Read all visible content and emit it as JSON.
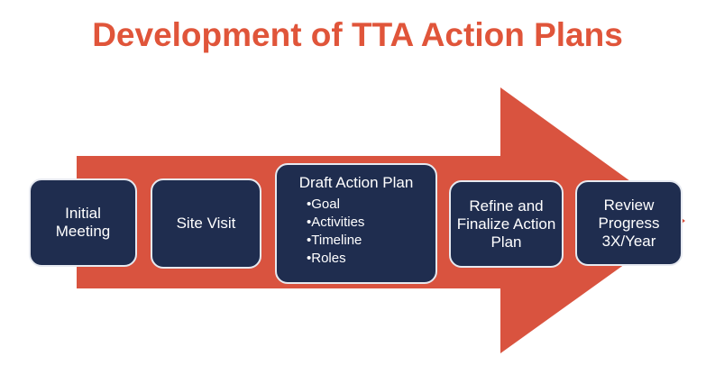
{
  "title": "Development of TTA Action Plans",
  "colors": {
    "arrow": "#d9533f",
    "box": "#1f2d4f",
    "title": "#e0553a"
  },
  "steps": [
    {
      "label": "Initial Meeting"
    },
    {
      "label": "Site Visit"
    },
    {
      "label": "Draft Action Plan",
      "bullets": [
        "•Goal",
        "•Activities",
        "•Timeline",
        "•Roles"
      ]
    },
    {
      "label": "Refine and Finalize Action Plan"
    },
    {
      "label": "Review Progress 3X/Year"
    }
  ]
}
